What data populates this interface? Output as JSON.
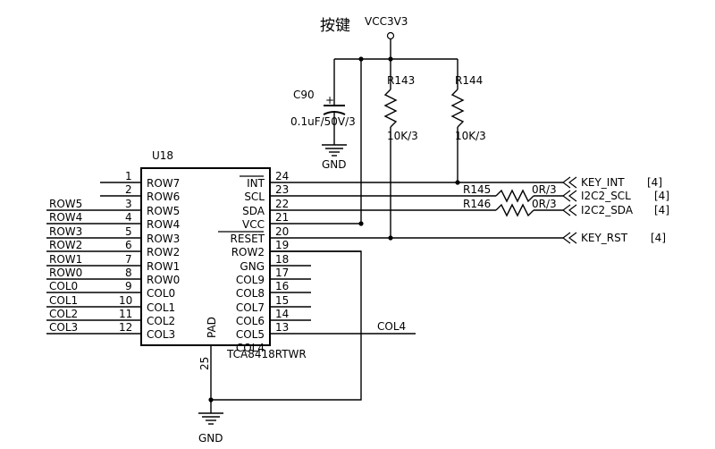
{
  "header": {
    "title": "按键"
  },
  "power": {
    "vcc": "VCC3V3",
    "gnd_top": "GND",
    "gnd_bottom": "GND"
  },
  "capacitor": {
    "ref": "C90",
    "value": "0.1uF/50V/3"
  },
  "resistors": {
    "r143": {
      "ref": "R143",
      "value": "10K/3"
    },
    "r144": {
      "ref": "R144",
      "value": "10K/3"
    },
    "r145": {
      "ref": "R145",
      "value": "0R/3"
    },
    "r146": {
      "ref": "R146",
      "value": "0R/3"
    }
  },
  "chip": {
    "ref": "U18",
    "part": "TCA8418RTWR",
    "pad": "PAD",
    "pad_pin": "25",
    "left_pins": [
      {
        "num": "1",
        "name": "ROW7",
        "net": ""
      },
      {
        "num": "2",
        "name": "ROW6",
        "net": ""
      },
      {
        "num": "3",
        "name": "ROW5",
        "net": "ROW5"
      },
      {
        "num": "4",
        "name": "ROW4",
        "net": "ROW4"
      },
      {
        "num": "5",
        "name": "ROW3",
        "net": "ROW3"
      },
      {
        "num": "6",
        "name": "ROW2",
        "net": "ROW2"
      },
      {
        "num": "7",
        "name": "ROW1",
        "net": "ROW1"
      },
      {
        "num": "8",
        "name": "ROW0",
        "net": "ROW0"
      },
      {
        "num": "9",
        "name": "COL0",
        "net": "COL0"
      },
      {
        "num": "10",
        "name": "COL1",
        "net": "COL1"
      },
      {
        "num": "11",
        "name": "COL2",
        "net": "COL2"
      },
      {
        "num": "12",
        "name": "COL3",
        "net": "COL3"
      }
    ],
    "right_pins": [
      {
        "num": "24",
        "name": "INT"
      },
      {
        "num": "23",
        "name": "SCL"
      },
      {
        "num": "22",
        "name": "SDA"
      },
      {
        "num": "21",
        "name": "VCC"
      },
      {
        "num": "20",
        "name": "RESET"
      },
      {
        "num": "19",
        "name": "ROW2"
      },
      {
        "num": "18",
        "name": "GNG"
      },
      {
        "num": "17",
        "name": "COL9"
      },
      {
        "num": "16",
        "name": "COL8"
      },
      {
        "num": "15",
        "name": "COL7"
      },
      {
        "num": "14",
        "name": "COL6"
      },
      {
        "num": "13",
        "name": "COL5"
      },
      {
        "num": "",
        "name": "COL4"
      }
    ]
  },
  "col4_net": "COL4",
  "ports": [
    {
      "name": "KEY_INT",
      "sheet": "[4]"
    },
    {
      "name": "I2C2_SCL",
      "sheet": "[4]"
    },
    {
      "name": "I2C2_SDA",
      "sheet": "[4]"
    },
    {
      "name": "KEY_RST",
      "sheet": "[4]"
    }
  ]
}
